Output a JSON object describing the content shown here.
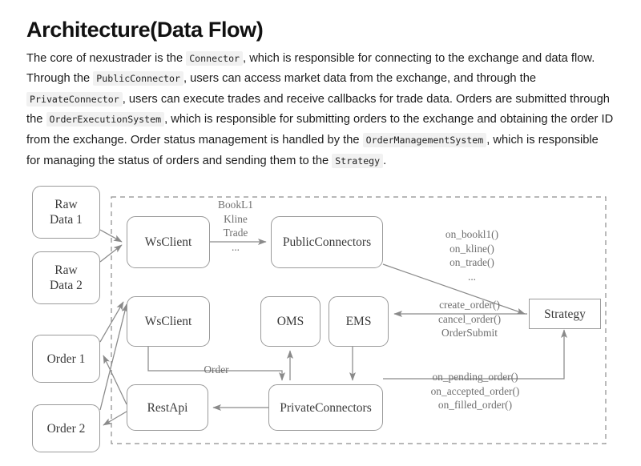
{
  "document": {
    "title": "Architecture(Data Flow)",
    "paragraph": {
      "s1": "The core of nexustrader is the ",
      "c1": "Connector",
      "s2": ", which is responsible for connecting to the exchange and data flow. Through the ",
      "c2": "PublicConnector",
      "s3": ", users can access market data from the exchange, and through the ",
      "c3": "PrivateConnector",
      "s4": ", users can execute trades and receive callbacks for trade data. Orders are submitted through the ",
      "c4": "OrderExecutionSystem",
      "s5": ", which is responsible for submitting orders to the exchange and obtaining the order ID from the exchange. Order status management is handled by the ",
      "c5": "OrderManagementSystem",
      "s6": ", which is responsible for managing the status of orders and sending them to the ",
      "c6": "Strategy",
      "s7": "."
    }
  },
  "diagram": {
    "type": "flow-diagram",
    "boundary_label": "",
    "colors": {
      "node_border": "#9a9a9a",
      "node_fill": "#ffffff",
      "node_text": "#3a3a3a",
      "edge_stroke": "#888888",
      "edge_label_text": "#6f6f6f",
      "boundary_dash": "#8d8d8d"
    },
    "nodes": [
      {
        "id": "raw_data_1",
        "label": "Raw\nData 1",
        "shape": "rounded",
        "inside_boundary": false
      },
      {
        "id": "raw_data_2",
        "label": "Raw\nData 2",
        "shape": "rounded",
        "inside_boundary": false
      },
      {
        "id": "order_1",
        "label": "Order 1",
        "shape": "rounded",
        "inside_boundary": false
      },
      {
        "id": "order_2",
        "label": "Order 2",
        "shape": "rounded",
        "inside_boundary": false
      },
      {
        "id": "ws_client_top",
        "label": "WsClient",
        "shape": "rounded",
        "inside_boundary": true
      },
      {
        "id": "ws_client_bottom",
        "label": "WsClient",
        "shape": "rounded",
        "inside_boundary": true
      },
      {
        "id": "rest_api",
        "label": "RestApi",
        "shape": "rounded",
        "inside_boundary": true
      },
      {
        "id": "public_connectors",
        "label": "PublicConnectors",
        "shape": "rounded",
        "inside_boundary": true
      },
      {
        "id": "private_connectors",
        "label": "PrivateConnectors",
        "shape": "rounded",
        "inside_boundary": true
      },
      {
        "id": "oms",
        "label": "OMS",
        "shape": "rounded",
        "inside_boundary": true
      },
      {
        "id": "ems",
        "label": "EMS",
        "shape": "rounded",
        "inside_boundary": true
      },
      {
        "id": "strategy",
        "label": "Strategy",
        "shape": "sharp",
        "inside_boundary": true
      }
    ],
    "edge_labels": [
      {
        "id": "market_data_types",
        "text": "BookL1\nKline\nTrade\n..."
      },
      {
        "id": "public_callbacks",
        "text": "on_bookl1()\non_kline()\non_trade()\n..."
      },
      {
        "id": "order_commands",
        "text": "create_order()\ncancel_order()\nOrderSubmit"
      },
      {
        "id": "order_label",
        "text": "Order"
      },
      {
        "id": "order_callbacks",
        "text": "on_pending_order()\non_accepted_order()\non_filled_order()"
      }
    ]
  }
}
